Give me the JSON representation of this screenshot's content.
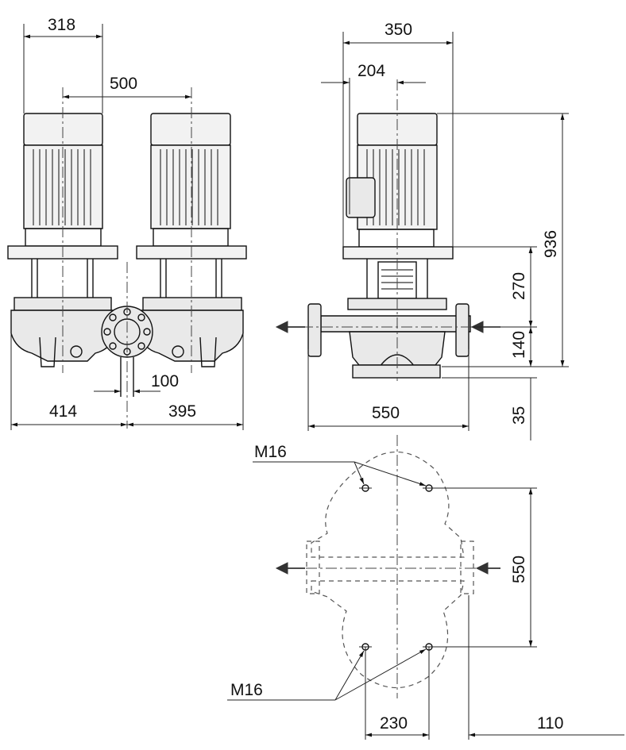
{
  "dimensions": {
    "front_motor_width": "318",
    "front_center_distance": "500",
    "front_left_to_center": "414",
    "front_center_to_right": "395",
    "front_center_offset": "100",
    "side_motor_width": "350",
    "side_motor_offset": "204",
    "side_overall_height": "936",
    "side_pump_height": "270",
    "side_port_height": "140",
    "side_base_height": "35",
    "side_port_to_port": "550",
    "plan_bolt_spacing_y": "550",
    "plan_bolt_spacing_x": "230",
    "plan_offset": "110"
  },
  "labels": {
    "bolt_top": "M16",
    "bolt_bottom": "M16"
  },
  "colors": {
    "line": "#111111",
    "fill_body": "#e9e9e9",
    "fill_motor": "#f2f2f2"
  }
}
